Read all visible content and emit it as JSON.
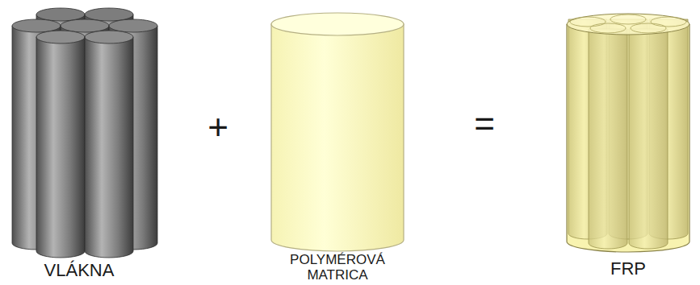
{
  "diagram": {
    "labels": [
      "VLÁKNA",
      "+",
      "POLYMÉROVÁ MATRICA",
      "=",
      "FRP"
    ]
  }
}
